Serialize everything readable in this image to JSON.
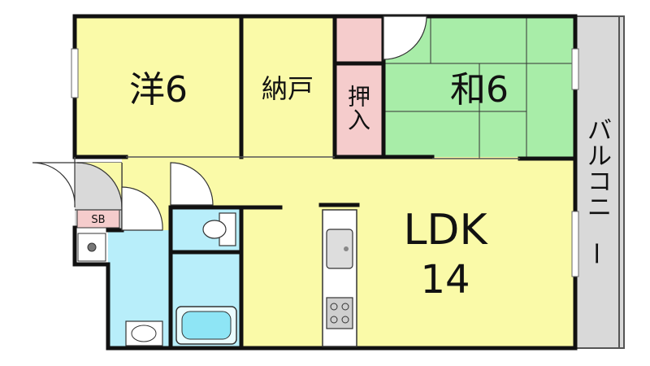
{
  "rooms": {
    "western": {
      "label": "洋6"
    },
    "storage": {
      "label": "納戸"
    },
    "closet": {
      "label": "押入"
    },
    "japanese": {
      "label": "和6"
    },
    "ldk": {
      "label": "LDK",
      "size": "14"
    },
    "balcony": {
      "label": "バルコニー"
    },
    "shoebox": {
      "label": "SB"
    }
  },
  "colors": {
    "wall": "#111111",
    "yellow": "#fafaa8",
    "green": "#a8eda8",
    "pink": "#f5cccc",
    "blue": "#b8eefa",
    "gray": "#d9d9d9"
  }
}
